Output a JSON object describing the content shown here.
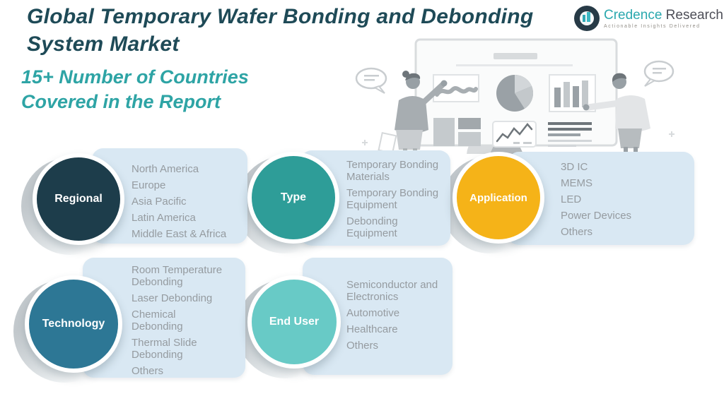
{
  "header": {
    "title_line1": "Global Temporary Wafer Bonding and Debonding",
    "title_line2": "System Market",
    "subtitle_line1": "15+ Number of Countries",
    "subtitle_line2": "Covered in the Report"
  },
  "logo": {
    "brand_primary": "Credence",
    "brand_secondary": "Research",
    "tagline": "Actionable Insights Delivered"
  },
  "badges": [
    {
      "label": "Regional",
      "color": "#1d3d4b",
      "items": [
        "North America",
        "Europe",
        "Asia Pacific",
        "Latin America",
        "Middle East & Africa"
      ]
    },
    {
      "label": "Type",
      "color": "#2e9d98",
      "items": [
        "Temporary Bonding Materials",
        "Temporary Bonding Equipment",
        "Debonding Equipment"
      ]
    },
    {
      "label": "Application",
      "color": "#f5b318",
      "items": [
        "3D IC",
        "MEMS",
        "LED",
        "Power Devices",
        "Others"
      ]
    },
    {
      "label": "Technology",
      "color": "#2d7795",
      "items": [
        "Room Temperature Debonding",
        "Laser Debonding",
        "Chemical Debonding",
        "Thermal Slide Debonding",
        "Others"
      ]
    },
    {
      "label": "End User",
      "color": "#68cac6",
      "items": [
        "Semiconductor and Electronics",
        "Automotive",
        "Healthcare",
        "Others"
      ]
    }
  ],
  "colors": {
    "title_text": "#1e4a57",
    "subtitle_text": "#2ea4a5",
    "panel_background": "#d9e8f3",
    "list_text": "#959ba0",
    "brand_teal": "#2aa8ae",
    "brand_dark": "#4e4f58"
  }
}
